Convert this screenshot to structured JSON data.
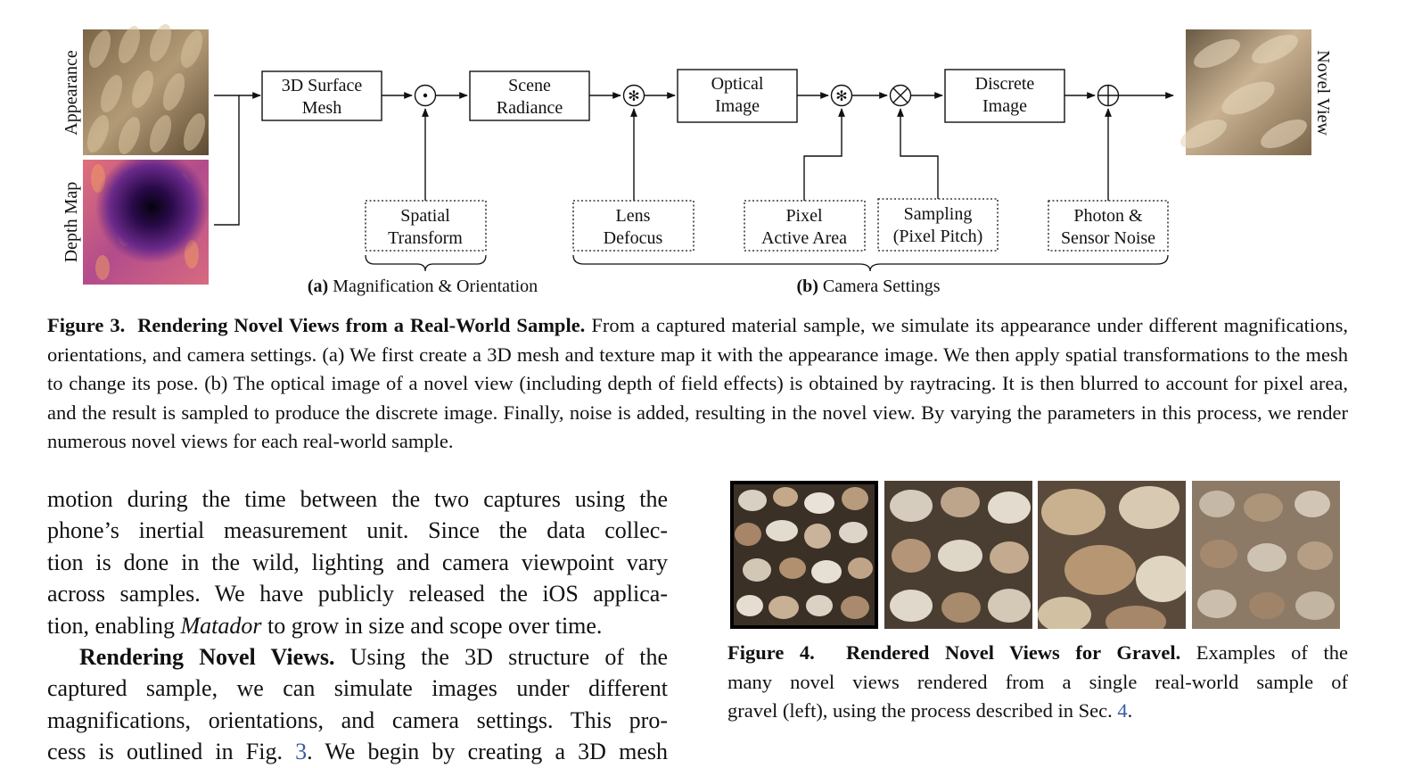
{
  "figure3": {
    "left_labels": {
      "appearance": "Appearance",
      "depth_map": "Depth Map"
    },
    "right_label": "Novel View",
    "nodes": {
      "surface_mesh": [
        "3D Surface",
        "Mesh"
      ],
      "scene_radiance": [
        "Scene",
        "Radiance"
      ],
      "optical_image": [
        "Optical",
        "Image"
      ],
      "discrete_image": [
        "Discrete",
        "Image"
      ]
    },
    "params": {
      "spatial_transform": [
        "Spatial",
        "Transform"
      ],
      "lens_defocus": [
        "Lens",
        "Defocus"
      ],
      "pixel_active_area": [
        "Pixel",
        "Active Area"
      ],
      "sampling": [
        "Sampling",
        "(Pixel Pitch)"
      ],
      "photon_noise": [
        "Photon &",
        "Sensor Noise"
      ]
    },
    "operators": {
      "hadamard": "⊙",
      "conv1": "✻",
      "conv2": "✻",
      "tensor": "⊗",
      "sum": "⊕"
    },
    "subcaptions": {
      "a_label": "(a)",
      "a_text": " Magnification & Orientation",
      "b_label": "(b)",
      "b_text": " Camera Settings"
    },
    "caption": {
      "label": "Figure 3.",
      "title": "Rendering Novel Views from a Real-World Sample.",
      "text": "From a captured material sample, we simulate its appearance under different magnifications, orientations, and camera settings. (a) We first create a 3D mesh and texture map it with the appearance image. We then apply spatial transformations to the mesh to change its pose. (b) The optical image of a novel view (including depth of field effects) is obtained by raytracing. It is then blurred to account for pixel area, and the result is sampled to produce the discrete image. Finally, noise is added, resulting in the novel view. By varying the parameters in this process, we render numerous novel views for each real-world sample."
    }
  },
  "body": {
    "p1_lines": [
      "motion during the time between the two captures using the",
      "phone’s inertial measurement unit.  Since the data collec-",
      "tion is done in the wild, lighting and camera viewpoint vary",
      "across samples. We have publicly released the iOS applica-"
    ],
    "p1_last_before": "tion, enabling ",
    "p1_last_em": "Matador",
    "p1_last_after": " to grow in size and scope over time.",
    "p2_heading": "Rendering Novel Views.",
    "p2_first_rest": "  Using the 3D structure of the",
    "p2_lines": [
      "captured sample, we can simulate images under different",
      "magnifications, orientations, and camera settings. This pro-"
    ],
    "p2_cut_before": "cess is outlined in Fig. ",
    "p2_cut_ref": "3",
    "p2_cut_after": ".  We begin by creating a 3D mesh"
  },
  "figure4": {
    "label": "Figure 4.",
    "title": "Rendered Novel Views for Gravel.",
    "line1_rest": " Examples of the",
    "line2": "many novel views rendered from a single real-world sample of",
    "line3_before": "gravel (left), using the process described in Sec. ",
    "line3_ref": "4",
    "line3_after": "."
  }
}
